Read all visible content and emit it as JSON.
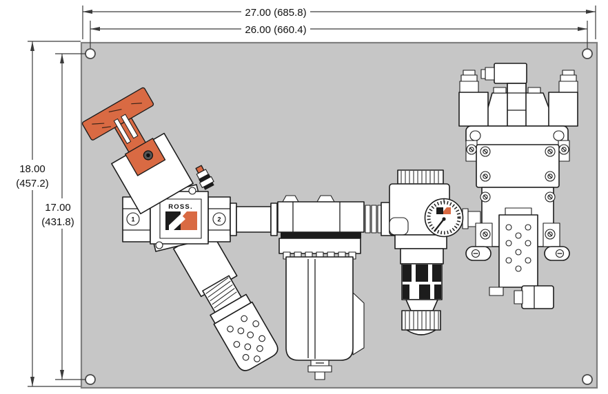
{
  "drawing": {
    "type": "dimensioned-panel-assembly-drawing",
    "dimensions": {
      "panel_width": "27.00 (685.8)",
      "hole_span_width": "26.00 (660.4)",
      "panel_height_line1": "18.00",
      "panel_height_line2": "(457.2)",
      "hole_span_height_line1": "17.00",
      "hole_span_height_line2": "(431.8)"
    },
    "labels": {
      "brand": "ROSS.",
      "port_1": "1",
      "port_2": "2"
    },
    "colors": {
      "background": "#ffffff",
      "panel_fill": "#c6c6c6",
      "panel_border": "#7e7e7e",
      "line": "#1c1c1c",
      "dimension_line": "#3a3a3a",
      "accent_orange": "#d96a43"
    },
    "components": [
      {
        "name": "mounting-panel",
        "description": "gray base panel, four corner mounting holes"
      },
      {
        "name": "lockout-valve",
        "description": "manual lockout valve with orange T-handle, ports 1 and 2"
      },
      {
        "name": "exhaust-silencer",
        "description": "angled perforated muffler below lockout valve"
      },
      {
        "name": "air-filter",
        "description": "filter with bayonet collar, bowl and bottom drain"
      },
      {
        "name": "pressure-regulator",
        "description": "regulator with knurled adjust knobs"
      },
      {
        "name": "pressure-gauge",
        "description": "round dial gauge with needle and brand mark"
      },
      {
        "name": "double-solenoid-valve",
        "description": "double valve with top connector and perforated cover plate"
      }
    ]
  }
}
